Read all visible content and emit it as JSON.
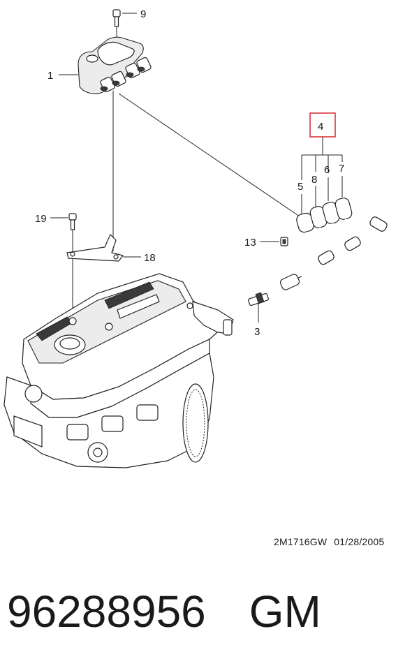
{
  "callouts": {
    "c1": "1",
    "c3": "3",
    "c4": "4",
    "c5": "5",
    "c6": "6",
    "c7": "7",
    "c8": "8",
    "c9": "9",
    "c13": "13",
    "c18": "18",
    "c19": "19"
  },
  "highlight_color": "#d9363e",
  "drawing_code": "2M1716GW",
  "drawing_date": "01/28/2005",
  "part_number": "96288956",
  "brand": "GM"
}
